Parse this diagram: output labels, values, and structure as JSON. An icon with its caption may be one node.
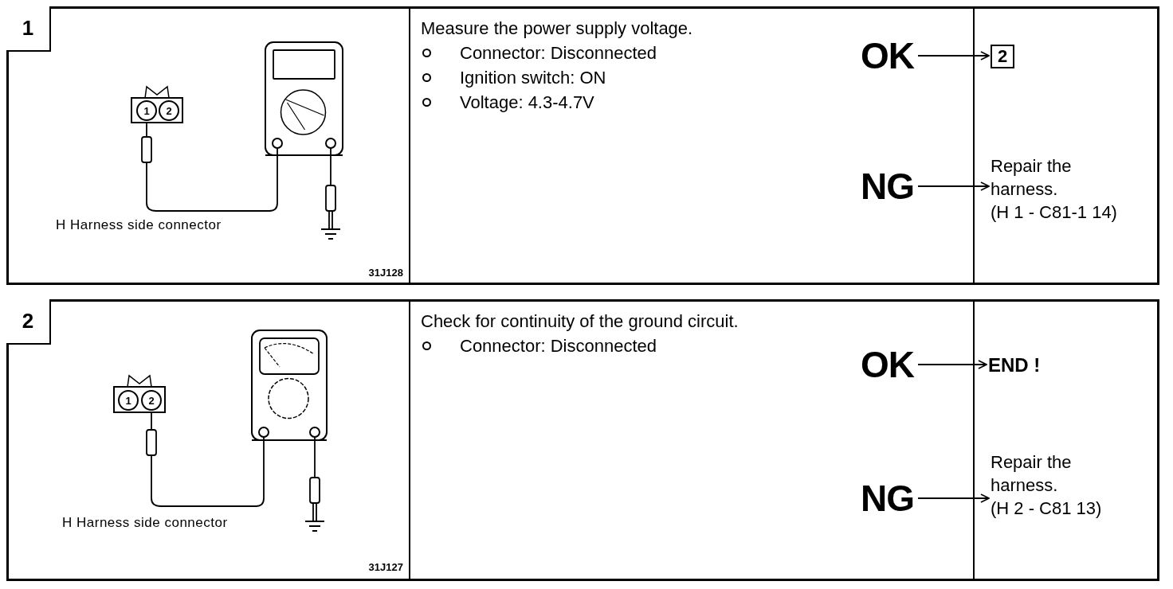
{
  "diagram": {
    "nodes": [
      {
        "text": [
          "1"
        ]
      },
      {
        "text": [
          "1"
        ]
      },
      {
        "text": [
          "2"
        ]
      },
      {
        "text": [
          "Measure the power supply voltage.",
          "Connector: Disconnected",
          "Ignition switch: ON",
          "Voltage: 4.3-4.7V"
        ]
      },
      {
        "text": [
          "OK"
        ]
      },
      {
        "text": [
          "2"
        ]
      },
      {
        "text": [
          "NG"
        ]
      },
      {
        "text": [
          "Repair the harness.",
          "(H 1 - C81-1 14)"
        ]
      },
      {
        "text": [
          "2"
        ]
      },
      {
        "text": [
          "1"
        ]
      },
      {
        "text": [
          "2"
        ]
      },
      {
        "text": [
          "Check for continuity of the ground circuit.",
          "Connector: Disconnected"
        ]
      },
      {
        "text": [
          "OK"
        ]
      },
      {
        "text": [
          "END !"
        ]
      },
      {
        "text": [
          "NG"
        ]
      },
      {
        "text": [
          "Repair the harness.",
          "(H 2 - C81 13)"
        ]
      }
    ],
    "edges": [
      {
        "from": 4,
        "to": 5,
        "arrow": "to"
      },
      {
        "from": 6,
        "to": 7,
        "arrow": "to"
      },
      {
        "from": 12,
        "to": 13,
        "arrow": "to"
      },
      {
        "from": 14,
        "to": 15,
        "arrow": "to"
      }
    ],
    "labels": [
      "H Harness side connector",
      "31J128",
      "H Harness side connector",
      "31J127"
    ]
  }
}
